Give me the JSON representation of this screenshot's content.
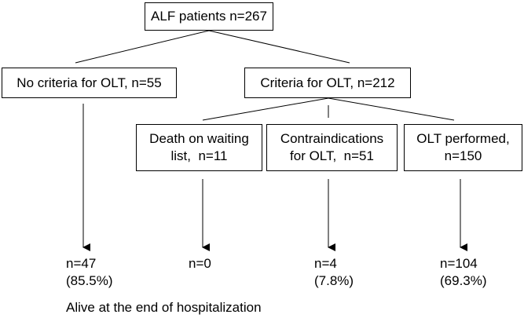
{
  "root": {
    "line1": "ALF patients n=267"
  },
  "no_criteria": {
    "line1": "No criteria for OLT, n=55"
  },
  "criteria": {
    "line1": "Criteria for OLT, n=212"
  },
  "death_waiting": {
    "line1": "Death on waiting",
    "line2": "list,  n=11"
  },
  "contraindications": {
    "line1": "Contraindications",
    "line2": "for OLT,  n=51"
  },
  "olt_performed": {
    "line1": "OLT performed,",
    "line2": "n=150"
  },
  "outcomes": [
    {
      "count": "n=47",
      "pct": "(85.5%)"
    },
    {
      "count": "n=0",
      "pct": ""
    },
    {
      "count": "n=4",
      "pct": "(7.8%)"
    },
    {
      "count": "n=104",
      "pct": "(69.3%)"
    }
  ],
  "footer": "Alive at the end of hospitalization"
}
